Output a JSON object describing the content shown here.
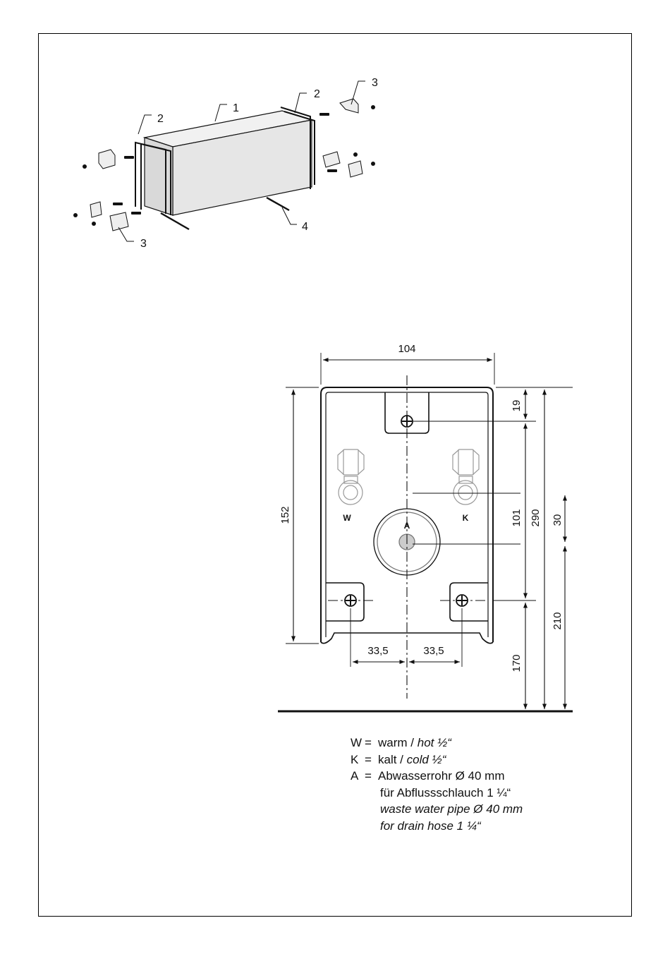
{
  "exploded_view": {
    "part_labels": [
      "1",
      "2",
      "2",
      "3",
      "3",
      "4"
    ]
  },
  "dimension_drawing": {
    "dimensions": {
      "width": "104",
      "top_to_screw": "19",
      "height_left": "152",
      "screw_spacing": "101",
      "total_height": "290",
      "connection_offset": "30",
      "drain_height": "210",
      "bottom_height": "170",
      "half_left": "33,5",
      "half_right": "33,5"
    },
    "connection_labels": {
      "warm": "W",
      "drain": "A",
      "cold": "K"
    }
  },
  "legend": {
    "w": {
      "key": "W",
      "eq": "=",
      "de": "warm /",
      "en": "hot ½“"
    },
    "k": {
      "key": "K",
      "eq": "=",
      "de": "kalt /",
      "en": "cold ½“"
    },
    "a": {
      "key": "A",
      "eq": "=",
      "de": "Abwasserrohr Ø 40 mm"
    },
    "a_lines": [
      "für Abflussschlauch 1 ¼“",
      "waste water pipe Ø 40 mm",
      "for drain hose 1 ¼“"
    ]
  }
}
